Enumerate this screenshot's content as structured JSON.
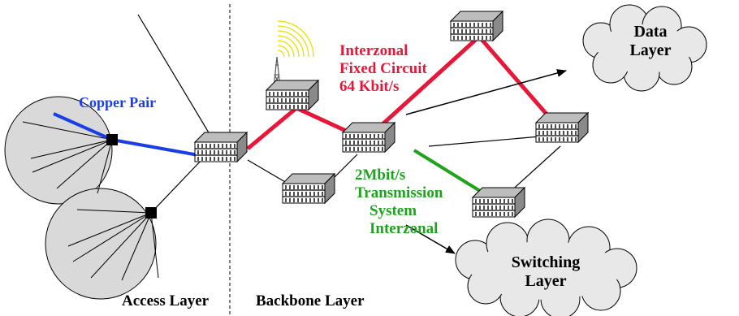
{
  "labels": {
    "copper_pair": "Copper Pair",
    "interzonal_fixed_1": "Interzonal",
    "interzonal_fixed_2": "Fixed Circuit",
    "interzonal_fixed_3": "64 Kbit/s",
    "transmission_1": "2Mbit/s",
    "transmission_2": "Transmission",
    "transmission_3": "System",
    "transmission_4": "Interzonal",
    "data_layer_1": "Data",
    "data_layer_2": "Layer",
    "switching_layer_1": "Switching",
    "switching_layer_2": "Layer",
    "access_layer": "Access Layer",
    "backbone_layer": "Backbone Layer"
  },
  "colors": {
    "copper": "#1a3ee6",
    "interzonal_fixed": "#e8173a",
    "transmission": "#1fa31f",
    "cell": "#d9d9d9",
    "cloud": "#e8e8e8",
    "antenna_waves": "#e8e000"
  }
}
